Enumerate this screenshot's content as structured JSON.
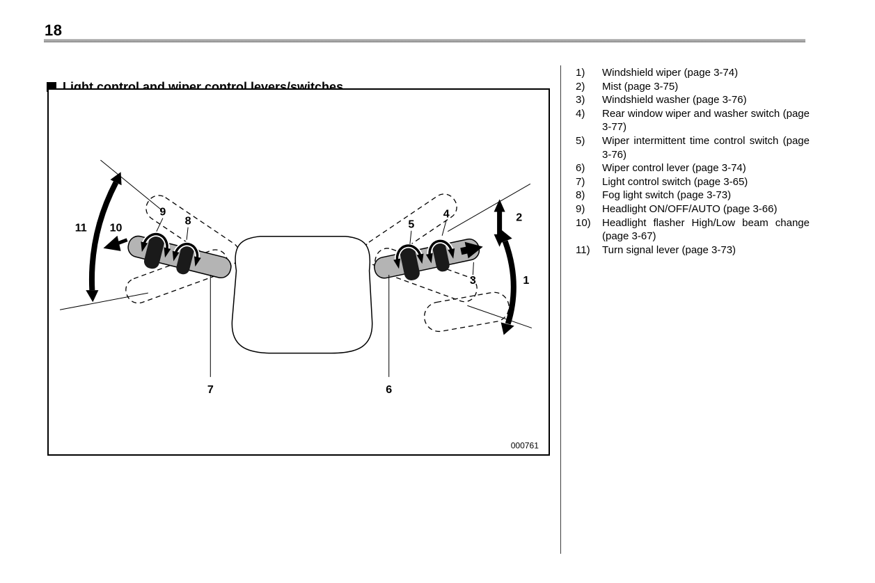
{
  "page": {
    "number": "18"
  },
  "section": {
    "title": "Light control and wiper control levers/switches"
  },
  "figure": {
    "code": "000761",
    "callouts": {
      "c1": "1",
      "c2": "2",
      "c3": "3",
      "c4": "4",
      "c5": "5",
      "c6": "6",
      "c7": "7",
      "c8": "8",
      "c9": "9",
      "c10": "10",
      "c11": "11"
    }
  },
  "legend": {
    "items": [
      {
        "num": "1)",
        "text": "Windshield wiper (page 3-74)"
      },
      {
        "num": "2)",
        "text": "Mist (page 3-75)"
      },
      {
        "num": "3)",
        "text": "Windshield washer (page 3-76)"
      },
      {
        "num": "4)",
        "text": "Rear window wiper and washer switch (page 3-77)"
      },
      {
        "num": "5)",
        "text": "Wiper intermittent time control switch (page 3-76)"
      },
      {
        "num": "6)",
        "text": "Wiper control lever (page 3-74)"
      },
      {
        "num": "7)",
        "text": "Light control switch (page 3-65)"
      },
      {
        "num": "8)",
        "text": "Fog light switch (page 3-73)"
      },
      {
        "num": "9)",
        "text": "Headlight ON/OFF/AUTO (page 3-66)"
      },
      {
        "num": "10)",
        "text": "Headlight flasher High/Low beam change (page 3-67)"
      },
      {
        "num": "11)",
        "text": "Turn signal lever (page 3-73)"
      }
    ]
  }
}
